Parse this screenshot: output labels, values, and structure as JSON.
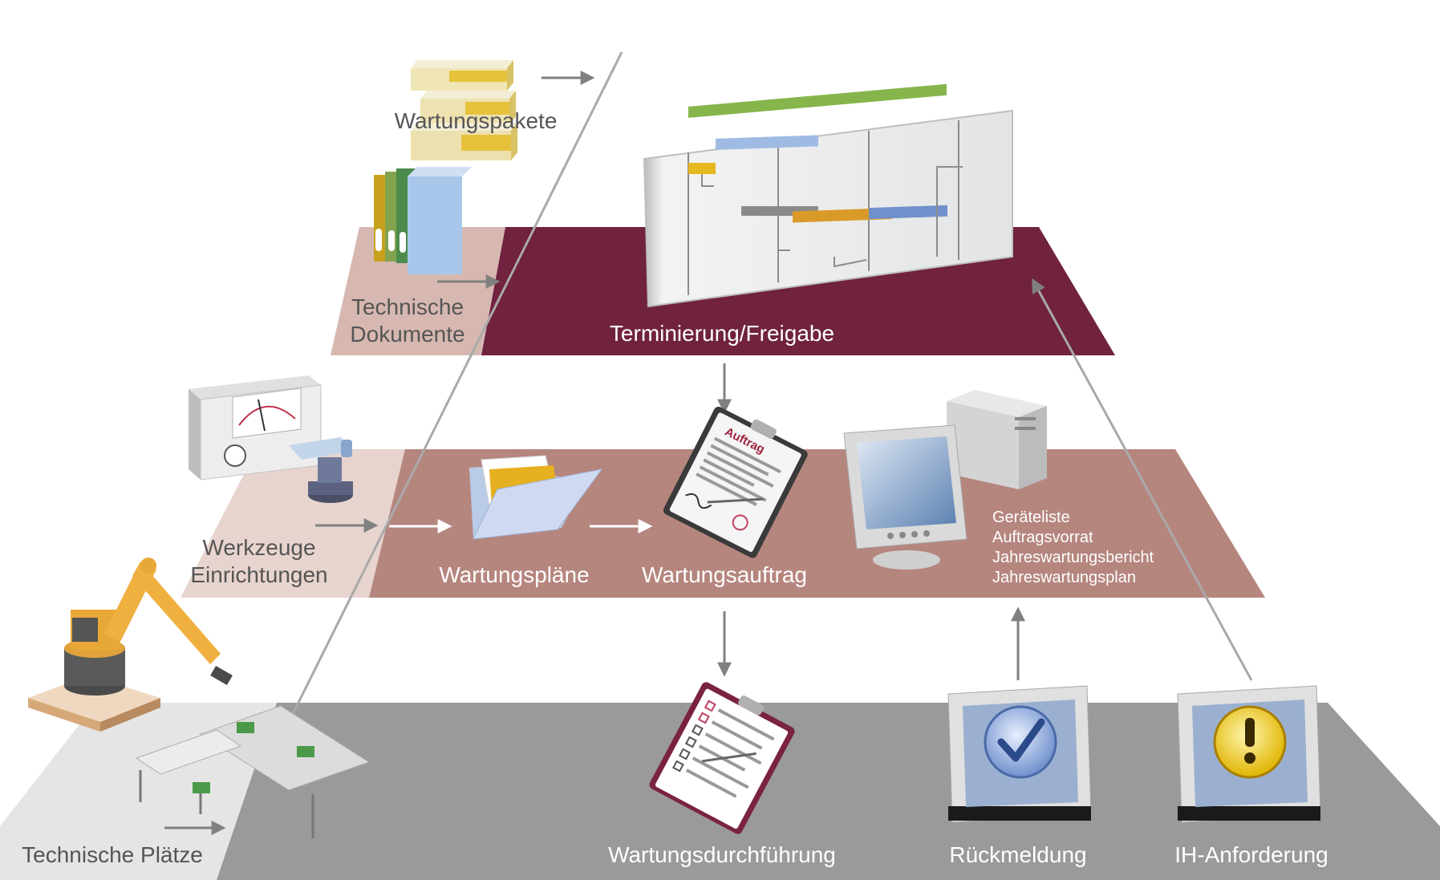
{
  "levels": {
    "top": {
      "label": "Terminierung/Freigabe",
      "color": "#70223f"
    },
    "middle": {
      "label": "Wartungsauftrag",
      "color": "#b5867e"
    },
    "bottom": {
      "label": "Wartungsdurchführung",
      "color": "#9a9a9a"
    }
  },
  "inputs": {
    "wartungspakete": "Wartungspakete",
    "technische_dokumente": [
      "Technische",
      "Dokumente"
    ],
    "werkzeuge": [
      "Werkzeuge",
      "Einrichtungen"
    ],
    "technische_plaetze": "Technische Plätze"
  },
  "middle_items": {
    "wartungsplaene": "Wartungspläne",
    "wartungsauftrag": "Wartungsauftrag",
    "clipboard_title": "Auftrag",
    "report_list": [
      "Geräteliste",
      "Auftragsvorrat",
      "Jahreswartungsbericht",
      "Jahreswartungsplan"
    ]
  },
  "bottom_items": {
    "durchfuehrung": "Wartungsdurchführung",
    "rueckmeldung": "Rückmeldung",
    "ih_anforderung": "IH-Anforderung"
  },
  "icons": {
    "rueckmeldung": "checkmark-icon",
    "ih_anforderung": "exclamation-icon"
  }
}
